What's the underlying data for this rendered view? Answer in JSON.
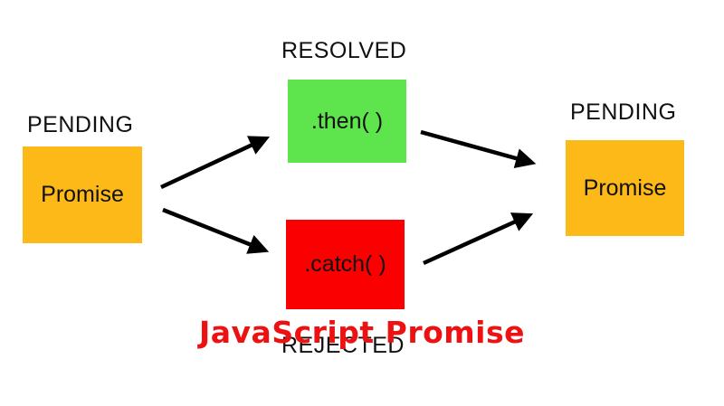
{
  "states": {
    "left_pending": "PENDING",
    "resolved": "RESOLVED",
    "rejected": "REJECTED",
    "right_pending": "PENDING"
  },
  "boxes": {
    "left_promise": "Promise",
    "then": ".then( )",
    "catch": ".catch( )",
    "right_promise": "Promise"
  },
  "caption": "JavaScript Promise",
  "colors": {
    "promise": "#fcb918",
    "then": "#5ee54d",
    "catch": "#fb0000",
    "arrow": "#000000",
    "caption": "#ee1111"
  }
}
